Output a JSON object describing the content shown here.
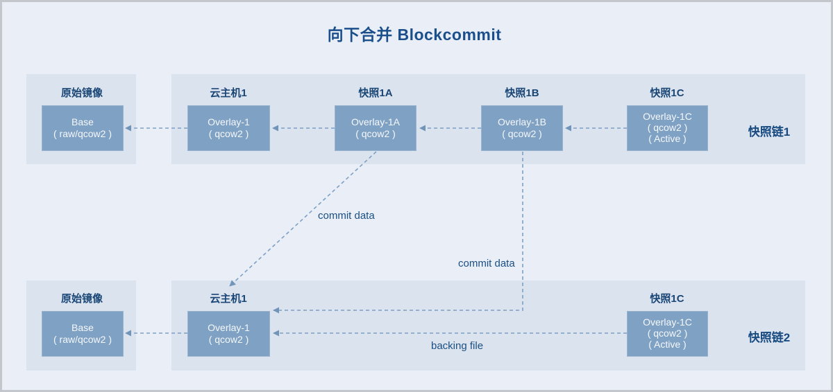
{
  "title": "向下合并 Blockcommit",
  "colors": {
    "background": "#e9eef7",
    "panel": "#dbe3ef",
    "box_fill": "#7fa1c3",
    "accent_navy": "#1b4f8c",
    "dash_line": "#7da0c4"
  },
  "chain1": {
    "name": "快照链1",
    "origin": {
      "label": "原始镜像",
      "box": {
        "l1": "Base",
        "l2": "( raw/qcow2 )"
      }
    },
    "nodes": [
      {
        "label": "云主机1",
        "box": {
          "l1": "Overlay-1",
          "l2": "( qcow2 )"
        }
      },
      {
        "label": "快照1A",
        "box": {
          "l1": "Overlay-1A",
          "l2": "( qcow2 )"
        }
      },
      {
        "label": "快照1B",
        "box": {
          "l1": "Overlay-1B",
          "l2": "( qcow2 )"
        }
      },
      {
        "label": "快照1C",
        "box": {
          "l1": "Overlay-1C",
          "l2": "( qcow2 )",
          "l3": "( Active )"
        }
      }
    ]
  },
  "chain2": {
    "name": "快照链2",
    "origin": {
      "label": "原始镜像",
      "box": {
        "l1": "Base",
        "l2": "( raw/qcow2 )"
      }
    },
    "nodes": [
      {
        "label": "云主机1",
        "box": {
          "l1": "Overlay-1",
          "l2": "( qcow2 )"
        }
      },
      {
        "label": "快照1C",
        "box": {
          "l1": "Overlay-1C",
          "l2": "( qcow2 )",
          "l3": "( Active )"
        }
      }
    ]
  },
  "annotations": {
    "commit_data_diagonal": "commit data",
    "commit_data_vertical": "commit data",
    "backing_file": "backing file"
  }
}
